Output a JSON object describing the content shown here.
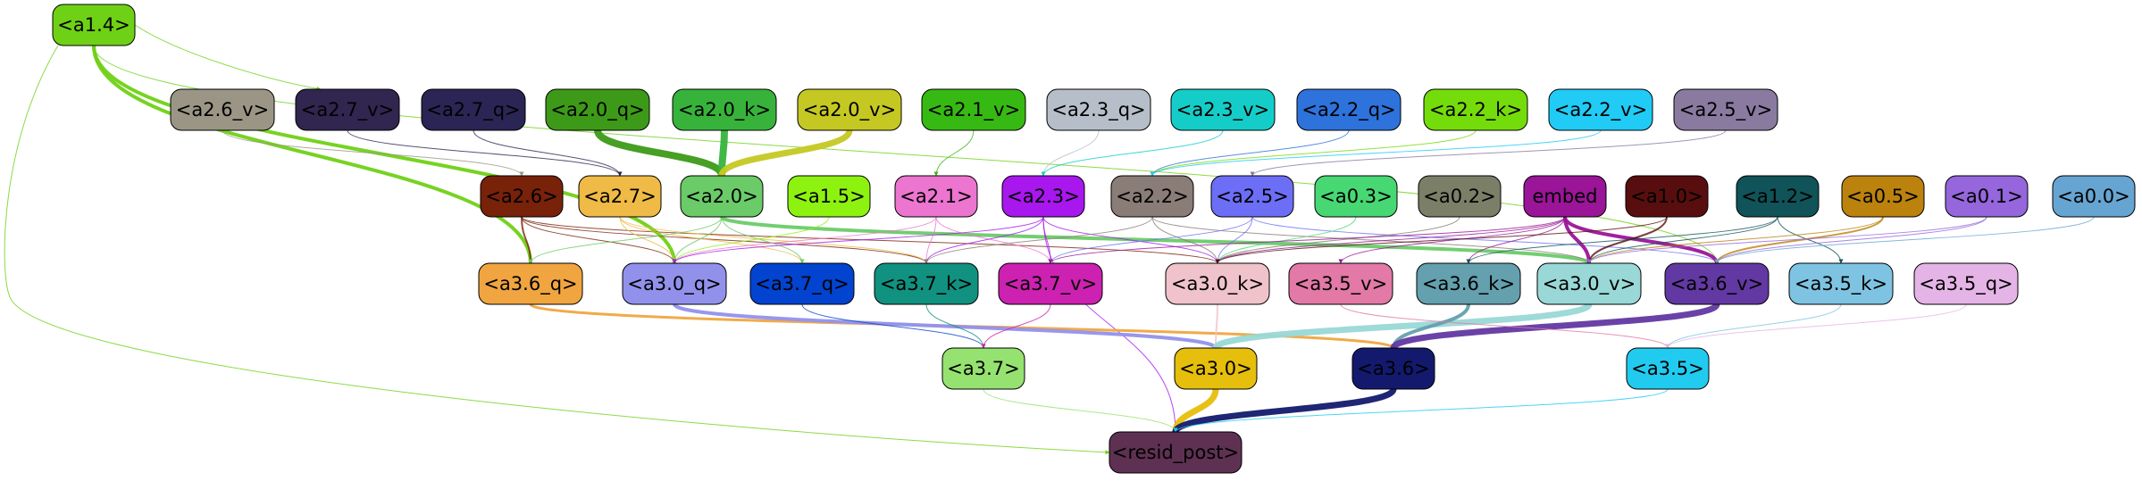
{
  "nodes": [
    {
      "id": "a1_4",
      "label": "<a1.4>",
      "fill": "#6fd116",
      "text": "#000000"
    },
    {
      "id": "a2_6_v",
      "label": "<a2.6_v>",
      "fill": "#9a9585",
      "text": "#000000"
    },
    {
      "id": "a2_7_v",
      "label": "<a2.7_v>",
      "fill": "#302650",
      "text": "#000000"
    },
    {
      "id": "a2_7_q",
      "label": "<a2.7_q>",
      "fill": "#2a2554",
      "text": "#000000"
    },
    {
      "id": "a2_0_q",
      "label": "<a2.0_q>",
      "fill": "#3d9a18",
      "text": "#000000"
    },
    {
      "id": "a2_0_k",
      "label": "<a2.0_k>",
      "fill": "#37b33b",
      "text": "#000000"
    },
    {
      "id": "a2_0_v",
      "label": "<a2.0_v>",
      "fill": "#c5c822",
      "text": "#000000"
    },
    {
      "id": "a2_1_v",
      "label": "<a2.1_v>",
      "fill": "#37b913",
      "text": "#000000"
    },
    {
      "id": "a2_3_q",
      "label": "<a2.3_q>",
      "fill": "#b6bfc9",
      "text": "#000000"
    },
    {
      "id": "a2_3_v",
      "label": "<a2.3_v>",
      "fill": "#15cdc8",
      "text": "#000000"
    },
    {
      "id": "a2_2_q",
      "label": "<a2.2_q>",
      "fill": "#2e72db",
      "text": "#000000"
    },
    {
      "id": "a2_2_k",
      "label": "<a2.2_k>",
      "fill": "#75dc0b",
      "text": "#000000"
    },
    {
      "id": "a2_2_v",
      "label": "<a2.2_v>",
      "fill": "#20cbf6",
      "text": "#000000"
    },
    {
      "id": "a2_5_v",
      "label": "<a2.5_v>",
      "fill": "#8a7aa0",
      "text": "#000000"
    },
    {
      "id": "a2_6",
      "label": "<a2.6>",
      "fill": "#78220a",
      "text": "#000000"
    },
    {
      "id": "a2_7",
      "label": "<a2.7>",
      "fill": "#efba45",
      "text": "#000000"
    },
    {
      "id": "a2_0",
      "label": "<a2.0>",
      "fill": "#6acb68",
      "text": "#000000"
    },
    {
      "id": "a1_5",
      "label": "<a1.5>",
      "fill": "#8ef210",
      "text": "#000000"
    },
    {
      "id": "a2_1",
      "label": "<a2.1>",
      "fill": "#ec75d0",
      "text": "#000000"
    },
    {
      "id": "a2_3",
      "label": "<a2.3>",
      "fill": "#a817ee",
      "text": "#000000"
    },
    {
      "id": "a2_2",
      "label": "<a2.2>",
      "fill": "#8a7c76",
      "text": "#000000"
    },
    {
      "id": "a2_5",
      "label": "<a2.5>",
      "fill": "#6d6ef6",
      "text": "#000000"
    },
    {
      "id": "a0_3",
      "label": "<a0.3>",
      "fill": "#47d873",
      "text": "#000000"
    },
    {
      "id": "a0_2",
      "label": "<a0.2>",
      "fill": "#7b7f68",
      "text": "#000000"
    },
    {
      "id": "embed",
      "label": "embed",
      "fill": "#9a1597",
      "text": "#000000"
    },
    {
      "id": "a1_0",
      "label": "<a1.0>",
      "fill": "#580e0e",
      "text": "#000000"
    },
    {
      "id": "a1_2",
      "label": "<a1.2>",
      "fill": "#105358",
      "text": "#000000"
    },
    {
      "id": "a0_5",
      "label": "<a0.5>",
      "fill": "#bb820e",
      "text": "#000000"
    },
    {
      "id": "a0_1",
      "label": "<a0.1>",
      "fill": "#9566dc",
      "text": "#000000"
    },
    {
      "id": "a0_0",
      "label": "<a0.0>",
      "fill": "#66a5d2",
      "text": "#000000"
    },
    {
      "id": "a3_6_q",
      "label": "<a3.6_q>",
      "fill": "#f0a540",
      "text": "#000000"
    },
    {
      "id": "a3_0_q",
      "label": "<a3.0_q>",
      "fill": "#9191ec",
      "text": "#000000"
    },
    {
      "id": "a3_7_q",
      "label": "<a3.7_q>",
      "fill": "#0243cf",
      "text": "#000000"
    },
    {
      "id": "a3_7_k",
      "label": "<a3.7_k>",
      "fill": "#11917f",
      "text": "#000000"
    },
    {
      "id": "a3_7_v",
      "label": "<a3.7_v>",
      "fill": "#cd21b1",
      "text": "#000000"
    },
    {
      "id": "a3_0_k",
      "label": "<a3.0_k>",
      "fill": "#efc3c9",
      "text": "#000000"
    },
    {
      "id": "a3_5_v",
      "label": "<a3.5_v>",
      "fill": "#e279a7",
      "text": "#000000"
    },
    {
      "id": "a3_6_k",
      "label": "<a3.6_k>",
      "fill": "#64a0ae",
      "text": "#000000"
    },
    {
      "id": "a3_0_v",
      "label": "<a3.0_v>",
      "fill": "#99d8d6",
      "text": "#000000"
    },
    {
      "id": "a3_6_v",
      "label": "<a3.6_v>",
      "fill": "#6238a2",
      "text": "#000000"
    },
    {
      "id": "a3_5_k",
      "label": "<a3.5_k>",
      "fill": "#7ec4e2",
      "text": "#000000"
    },
    {
      "id": "a3_5_q",
      "label": "<a3.5_q>",
      "fill": "#e5b4e6",
      "text": "#000000"
    },
    {
      "id": "a3_7",
      "label": "<a3.7>",
      "fill": "#96e270",
      "text": "#000000"
    },
    {
      "id": "a3_0",
      "label": "<a3.0>",
      "fill": "#e6be0c",
      "text": "#000000"
    },
    {
      "id": "a3_6",
      "label": "<a3.6>",
      "fill": "#131a6d",
      "text": "#000000"
    },
    {
      "id": "a3_5",
      "label": "<a3.5>",
      "fill": "#21cbf0",
      "text": "#000000"
    },
    {
      "id": "resid_post",
      "label": "<resid_post>",
      "fill": "#5e3152",
      "text": "#000000"
    }
  ],
  "edges": [
    {
      "from": "a1_4",
      "to": "resid_post",
      "color": "#6fd116",
      "weight": 1
    },
    {
      "from": "a1_4",
      "to": "a2_7_v",
      "color": "#6fd116",
      "weight": 1
    },
    {
      "from": "a1_4",
      "to": "a3_6_q",
      "color": "#6fd116",
      "weight": 4
    },
    {
      "from": "a1_4",
      "to": "a3_0_q",
      "color": "#6fd116",
      "weight": 4
    },
    {
      "from": "a1_4",
      "to": "a3_6_v",
      "color": "#6fd116",
      "weight": 1
    },
    {
      "from": "a2_6_v",
      "to": "a2_6",
      "color": "#9a9585",
      "weight": 1
    },
    {
      "from": "a2_7_v",
      "to": "a2_7",
      "color": "#302650",
      "weight": 1
    },
    {
      "from": "a2_7_q",
      "to": "a2_7",
      "color": "#2a2554",
      "weight": 1
    },
    {
      "from": "a2_0_q",
      "to": "a2_0",
      "color": "#3d9a18",
      "weight": 8
    },
    {
      "from": "a2_0_k",
      "to": "a2_0",
      "color": "#37b33b",
      "weight": 8
    },
    {
      "from": "a2_0_v",
      "to": "a2_0",
      "color": "#c5c822",
      "weight": 7
    },
    {
      "from": "a2_1_v",
      "to": "a2_1",
      "color": "#37b913",
      "weight": 1
    },
    {
      "from": "a2_3_q",
      "to": "a2_3",
      "color": "#b6bfc9",
      "weight": 1
    },
    {
      "from": "a2_3_v",
      "to": "a2_3",
      "color": "#15cdc8",
      "weight": 1
    },
    {
      "from": "a2_2_q",
      "to": "a2_2",
      "color": "#2e72db",
      "weight": 1
    },
    {
      "from": "a2_2_k",
      "to": "a2_2",
      "color": "#75dc0b",
      "weight": 1
    },
    {
      "from": "a2_2_v",
      "to": "a2_2",
      "color": "#20cbf6",
      "weight": 1
    },
    {
      "from": "a2_5_v",
      "to": "a2_5",
      "color": "#8a7aa0",
      "weight": 1
    },
    {
      "from": "a2_6",
      "to": "a3_6_q",
      "color": "#78220a",
      "weight": 2
    },
    {
      "from": "a2_6",
      "to": "a3_7_k",
      "color": "#78220a",
      "weight": 1
    },
    {
      "from": "a2_6",
      "to": "a3_0_k",
      "color": "#78220a",
      "weight": 1
    },
    {
      "from": "a2_6",
      "to": "a3_0_q",
      "color": "#78220a",
      "weight": 1
    },
    {
      "from": "a2_7",
      "to": "a3_0_q",
      "color": "#efba45",
      "weight": 1
    },
    {
      "from": "a2_7",
      "to": "a3_7_k",
      "color": "#efba45",
      "weight": 1
    },
    {
      "from": "a2_7",
      "to": "a3_7_q",
      "color": "#efba45",
      "weight": 1
    },
    {
      "from": "a2_0",
      "to": "a3_0_v",
      "color": "#6acb68",
      "weight": 4
    },
    {
      "from": "a2_0",
      "to": "a3_0_q",
      "color": "#6acb68",
      "weight": 1
    },
    {
      "from": "a2_0",
      "to": "a3_7_q",
      "color": "#6acb68",
      "weight": 1
    },
    {
      "from": "a2_0",
      "to": "a3_6_q",
      "color": "#6acb68",
      "weight": 1
    },
    {
      "from": "a1_5",
      "to": "a3_0_q",
      "color": "#8ef210",
      "weight": 1
    },
    {
      "from": "a2_1",
      "to": "a3_7_k",
      "color": "#ec75d0",
      "weight": 1
    },
    {
      "from": "a2_1",
      "to": "a3_7_v",
      "color": "#ec75d0",
      "weight": 1
    },
    {
      "from": "a2_1",
      "to": "a3_0_q",
      "color": "#ec75d0",
      "weight": 1
    },
    {
      "from": "a2_3",
      "to": "resid_post",
      "color": "#a817ee",
      "weight": 1
    },
    {
      "from": "a2_3",
      "to": "a3_7_v",
      "color": "#a817ee",
      "weight": 1
    },
    {
      "from": "a2_3",
      "to": "a3_0_k",
      "color": "#a817ee",
      "weight": 1
    },
    {
      "from": "a2_3",
      "to": "a3_0_q",
      "color": "#a817ee",
      "weight": 1
    },
    {
      "from": "a2_3",
      "to": "a3_7_k",
      "color": "#a817ee",
      "weight": 1
    },
    {
      "from": "a2_2",
      "to": "a3_0_k",
      "color": "#8a7c76",
      "weight": 1
    },
    {
      "from": "a2_2",
      "to": "a3_7_k",
      "color": "#8a7c76",
      "weight": 1
    },
    {
      "from": "a2_2",
      "to": "a3_0_v",
      "color": "#8a7c76",
      "weight": 1
    },
    {
      "from": "a2_5",
      "to": "a3_0_k",
      "color": "#6d6ef6",
      "weight": 1
    },
    {
      "from": "a2_5",
      "to": "a3_7_v",
      "color": "#6d6ef6",
      "weight": 1
    },
    {
      "from": "a2_5",
      "to": "a3_6_v",
      "color": "#6d6ef6",
      "weight": 1
    },
    {
      "from": "a0_3",
      "to": "a3_0_k",
      "color": "#47d873",
      "weight": 1
    },
    {
      "from": "a0_2",
      "to": "a3_0_k",
      "color": "#7b7f68",
      "weight": 1
    },
    {
      "from": "embed",
      "to": "a3_0_v",
      "color": "#9a1597",
      "weight": 4
    },
    {
      "from": "embed",
      "to": "a3_6_v",
      "color": "#9a1597",
      "weight": 4
    },
    {
      "from": "embed",
      "to": "a3_7_v",
      "color": "#9a1597",
      "weight": 1
    },
    {
      "from": "embed",
      "to": "a3_6_k",
      "color": "#9a1597",
      "weight": 1
    },
    {
      "from": "embed",
      "to": "a3_5_v",
      "color": "#9a1597",
      "weight": 1
    },
    {
      "from": "embed",
      "to": "a3_0_k",
      "color": "#9a1597",
      "weight": 1
    },
    {
      "from": "a1_0",
      "to": "a3_0_v",
      "color": "#580e0e",
      "weight": 2
    },
    {
      "from": "a1_0",
      "to": "a3_0_k",
      "color": "#580e0e",
      "weight": 1
    },
    {
      "from": "a1_2",
      "to": "a3_5_k",
      "color": "#105358",
      "weight": 1
    },
    {
      "from": "a1_2",
      "to": "a3_6_k",
      "color": "#105358",
      "weight": 1
    },
    {
      "from": "a1_2",
      "to": "a3_0_v",
      "color": "#105358",
      "weight": 1
    },
    {
      "from": "a0_5",
      "to": "a3_6_v",
      "color": "#bb820e",
      "weight": 2
    },
    {
      "from": "a0_5",
      "to": "a3_0_v",
      "color": "#bb820e",
      "weight": 1
    },
    {
      "from": "a0_1",
      "to": "a3_6_v",
      "color": "#9566dc",
      "weight": 1
    },
    {
      "from": "a0_1",
      "to": "a3_0_v",
      "color": "#9566dc",
      "weight": 1
    },
    {
      "from": "a0_0",
      "to": "a3_6_v",
      "color": "#66a5d2",
      "weight": 1
    },
    {
      "from": "a3_6_q",
      "to": "a3_6",
      "color": "#f0a540",
      "weight": 3
    },
    {
      "from": "a3_0_q",
      "to": "a3_0",
      "color": "#9191ec",
      "weight": 4
    },
    {
      "from": "a3_7_q",
      "to": "a3_7",
      "color": "#0243cf",
      "weight": 1
    },
    {
      "from": "a3_7_k",
      "to": "a3_7",
      "color": "#11917f",
      "weight": 1
    },
    {
      "from": "a3_7_v",
      "to": "a3_7",
      "color": "#cd21b1",
      "weight": 1
    },
    {
      "from": "a3_0_k",
      "to": "a3_0",
      "color": "#efc3c9",
      "weight": 2
    },
    {
      "from": "a3_0_v",
      "to": "a3_0",
      "color": "#99d8d6",
      "weight": 7
    },
    {
      "from": "a3_6_k",
      "to": "a3_6",
      "color": "#64a0ae",
      "weight": 4
    },
    {
      "from": "a3_6_v",
      "to": "a3_6",
      "color": "#6238a2",
      "weight": 7
    },
    {
      "from": "a3_5_v",
      "to": "a3_5",
      "color": "#e279a7",
      "weight": 1
    },
    {
      "from": "a3_5_k",
      "to": "a3_5",
      "color": "#7ec4e2",
      "weight": 1
    },
    {
      "from": "a3_5_q",
      "to": "a3_5",
      "color": "#e5b4e6",
      "weight": 1
    },
    {
      "from": "a3_7",
      "to": "resid_post",
      "color": "#96e270",
      "weight": 1
    },
    {
      "from": "a3_0",
      "to": "resid_post",
      "color": "#e6be0c",
      "weight": 7
    },
    {
      "from": "a3_6",
      "to": "resid_post",
      "color": "#131a6d",
      "weight": 7
    },
    {
      "from": "a3_5",
      "to": "resid_post",
      "color": "#21cbf0",
      "weight": 1
    }
  ]
}
